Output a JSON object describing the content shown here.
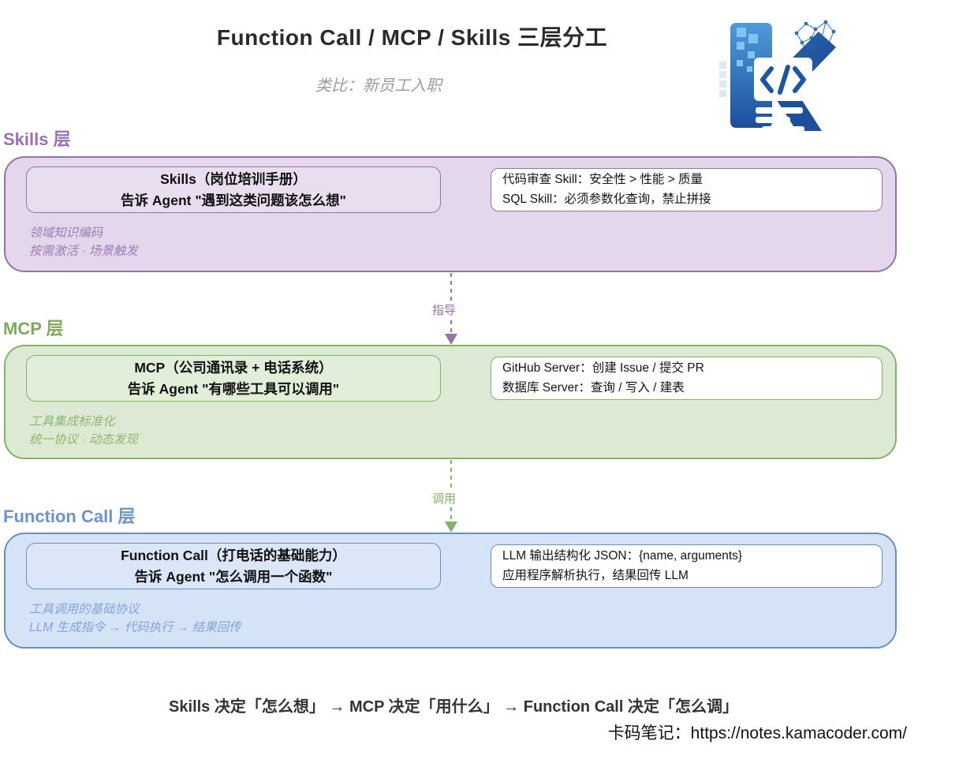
{
  "header": {
    "title": "Function Call / MCP / Skills 三层分工",
    "subtitle": "类比：新员工入职"
  },
  "logo": {
    "name": "kamacoder-logo",
    "code_glyph": "</>"
  },
  "layers": [
    {
      "id": "skills",
      "label": "Skills 层",
      "title_line1": "Skills（岗位培训手册）",
      "title_line2": "告诉 Agent \"遇到这类问题该怎么想\"",
      "example_line1": "代码审查 Skill：安全性 > 性能 > 质量",
      "example_line2": "SQL Skill：必须参数化查询，禁止拼接",
      "note_line1": "领域知识编码",
      "note_line2": "按需激活 · 场景触发",
      "colors": {
        "border": "#9673a6",
        "fill": "#e4d7eb",
        "label": "#9a70b2",
        "note": "#9d7cb4"
      }
    },
    {
      "id": "mcp",
      "label": "MCP 层",
      "title_line1": "MCP（公司通讯录 + 电话系统）",
      "title_line2": "告诉 Agent \"有哪些工具可以调用\"",
      "example_line1": "GitHub Server：创建 Issue / 提交 PR",
      "example_line2": "数据库 Server：查询 / 写入 / 建表",
      "note_line1": "工具集成标准化",
      "note_line2": "统一协议 · 动态发现",
      "colors": {
        "border": "#82b366",
        "fill": "#dcead3",
        "label": "#7cab58",
        "note": "#8fb573"
      }
    },
    {
      "id": "function-call",
      "label": "Function Call 层",
      "title_line1": "Function Call（打电话的基础能力）",
      "title_line2": "告诉 Agent \"怎么调用一个函数\"",
      "example_line1": "LLM 输出结构化 JSON：{name, arguments}",
      "example_line2": "应用程序解析执行，结果回传 LLM",
      "note_line1": "工具调用的基础协议",
      "note_line2": "LLM 生成指令 → 代码执行 → 结果回传",
      "colors": {
        "border": "#6c8ebf",
        "fill": "#d5e3f7",
        "label": "#6d92cf",
        "note": "#84a3d8"
      }
    }
  ],
  "arrows": [
    {
      "label": "指导",
      "color": "#9673a6"
    },
    {
      "label": "调用",
      "color": "#82b366"
    }
  ],
  "footer": {
    "summary": "Skills 决定「怎么想」 → MCP 决定「用什么」 → Function Call 决定「怎么调」",
    "watermark": "卡码笔记：https://notes.kamacoder.com/"
  }
}
